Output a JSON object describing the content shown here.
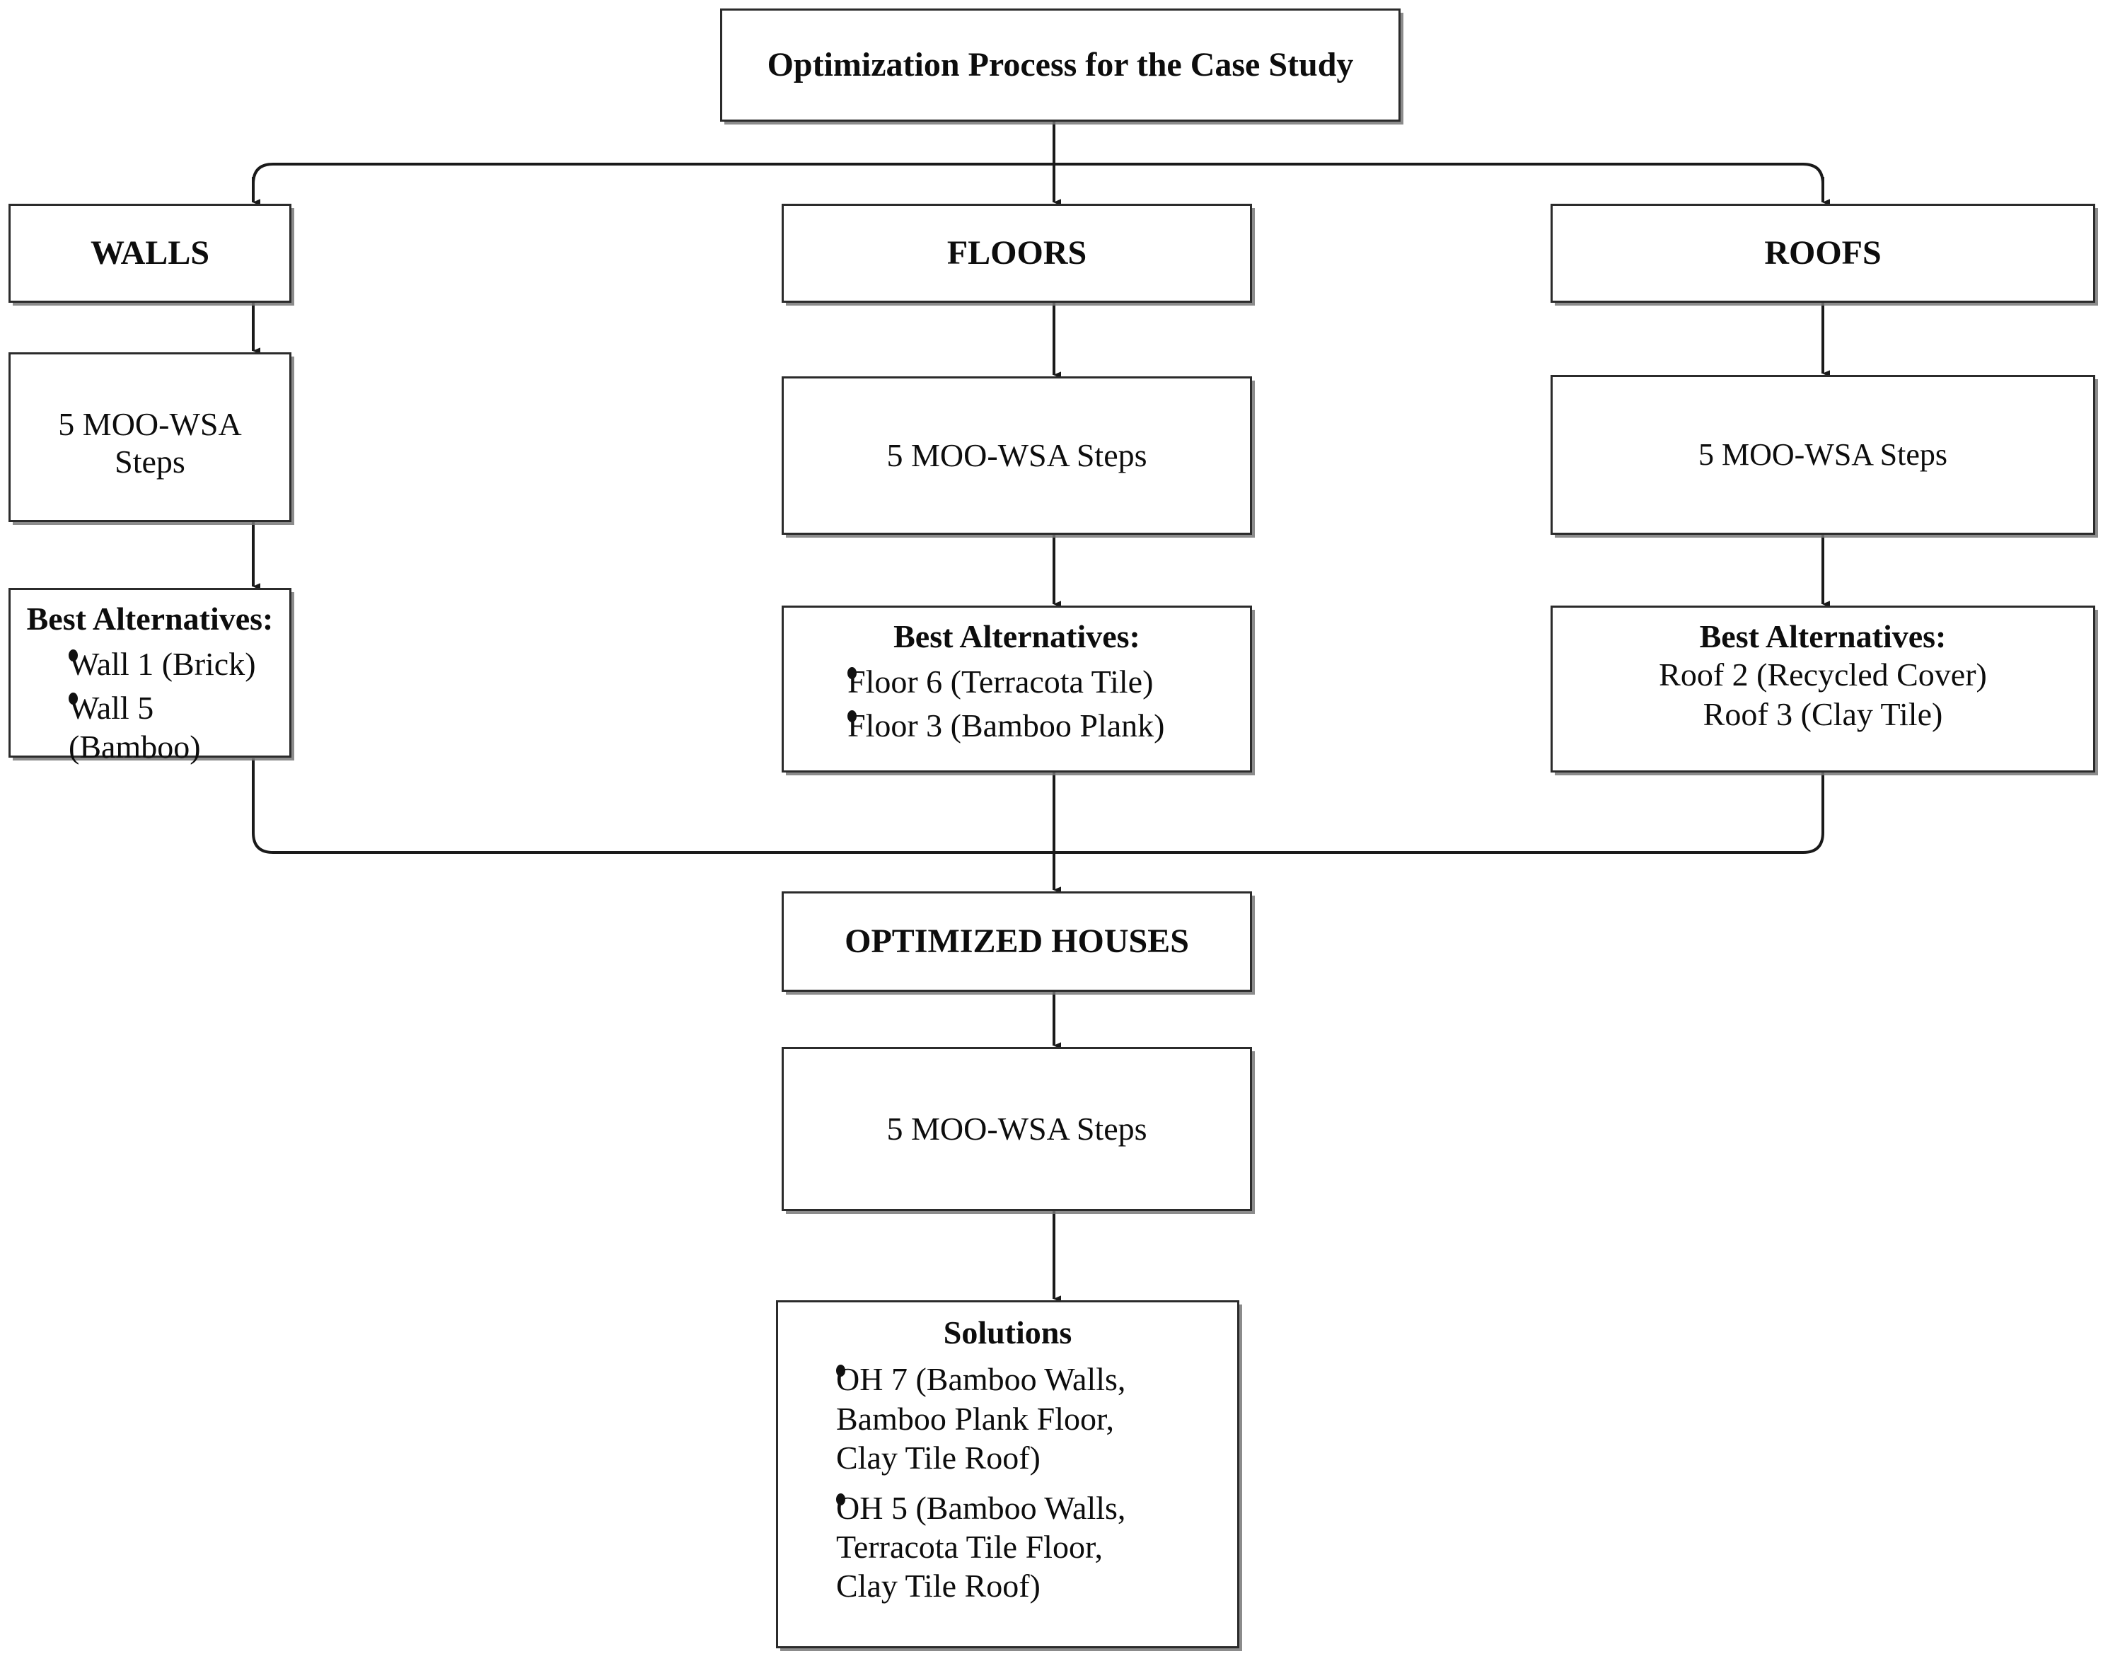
{
  "diagram": {
    "title_box": {
      "label": "Optimization Process for the Case Study"
    },
    "columns": [
      {
        "category": "WALLS",
        "steps": "5 MOO-WSA Steps",
        "result_heading": "Best Alternatives:",
        "result_items": [
          "Wall 1 (Brick)",
          "Wall 5 (Bamboo)"
        ],
        "bulleted": "true"
      },
      {
        "category": "FLOORS",
        "steps": "5 MOO-WSA Steps",
        "result_heading": "Best Alternatives:",
        "result_items": [
          "Floor 6 (Terracota Tile)",
          "Floor 3 (Bamboo Plank)"
        ],
        "bulleted": "true"
      },
      {
        "category": "ROOFS",
        "steps": "5 MOO-WSA Steps",
        "result_heading": "Best Alternatives:",
        "result_items": [
          "Roof 2 (Recycled Cover)",
          "Roof 3 (Clay Tile)"
        ],
        "bulleted": "false"
      }
    ],
    "merge_box": {
      "label": "OPTIMIZED HOUSES"
    },
    "final_steps_box": {
      "label": "5 MOO-WSA Steps"
    },
    "solutions_box": {
      "heading": "Solutions",
      "items": [
        "OH 7 (Bamboo Walls, Bamboo Plank Floor, Clay Tile Roof)",
        "OH 5 (Bamboo Walls, Terracota Tile Floor, Clay Tile Roof)"
      ],
      "item_lines": [
        [
          "OH 7 (Bamboo Walls,",
          "Bamboo Plank Floor,",
          "Clay Tile Roof)"
        ],
        [
          "OH 5 (Bamboo Walls,",
          "Terracota Tile Floor,",
          "Clay Tile Roof)"
        ]
      ]
    },
    "colors": {
      "box_border": "#2b2b2b",
      "box_fill": "#ffffff",
      "text": "#0d0d0d",
      "connector": "#1a1a1a",
      "shadow": "#787878"
    }
  }
}
